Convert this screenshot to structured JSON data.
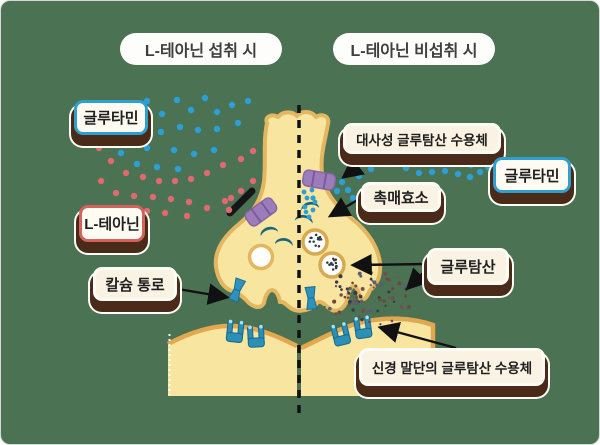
{
  "scene": {
    "titles": {
      "left": "L-테아닌 섭취 시",
      "right": "L-테아닌 비섭취 시"
    },
    "labels": {
      "glutamine_left": "글루타민",
      "l_theanine": "L-테아닌",
      "calcium_channel": "칼슘 통로",
      "metabotropic_receptor": "대사성 글루탐산 수용체",
      "catalytic_enzyme": "촉매효소",
      "glutamine_right": "글루타민",
      "glutamate": "글루탐산",
      "nerve_terminal_receptor": "신경 말단의 글루탐산 수용체"
    },
    "colors": {
      "background": "#4A7253",
      "membrane_fill": "#F8E5A0",
      "membrane_stroke": "#E3B65F",
      "glutamine_dot_blue": "#2B9FD6",
      "l_theanine_dot_red": "#E0696F",
      "receptor_purple": "#9C7CBA",
      "enzyme_teal": "#19657A",
      "channel_blue": "#2E92BC",
      "label_shadow_brown": "#4A2A18",
      "blue_box_border": "#2E9FD0",
      "red_box_border": "#D4635D"
    }
  }
}
